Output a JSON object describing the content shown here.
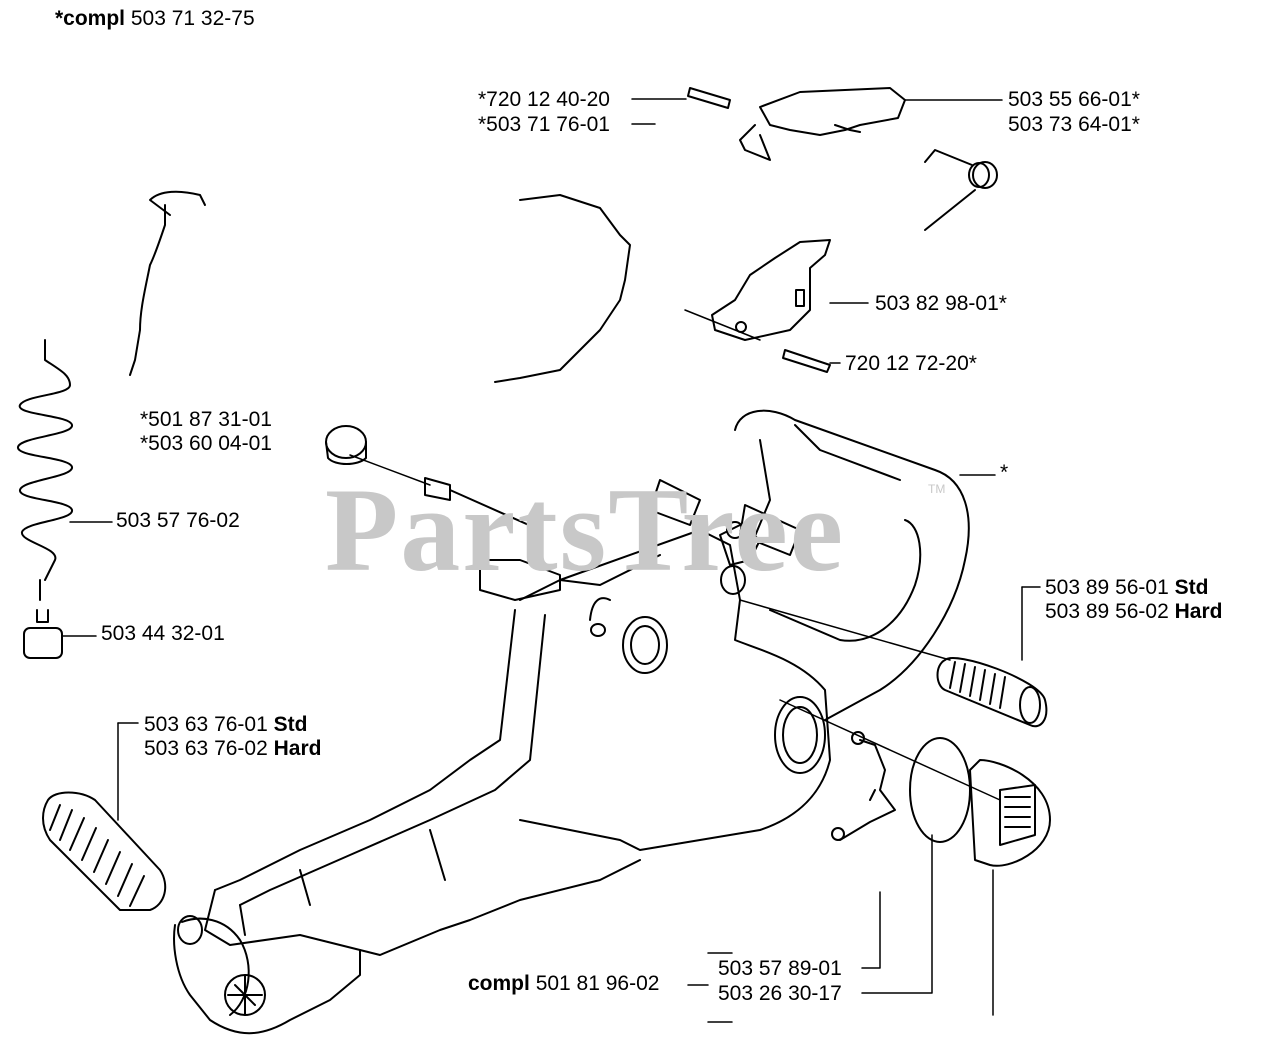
{
  "header": {
    "prefix": "*compl",
    "number": "503 71 32-75"
  },
  "watermark": {
    "text": "PartsTree",
    "tm": "TM"
  },
  "labels": {
    "p720124020": "*720 12 40-20",
    "p503717601": "*503 71 76-01",
    "p503556601": "503 55 66-01*",
    "p503736401": "503 73 64-01*",
    "p503829801": "503 82 98-01*",
    "p720127220": "720 12 72-20*",
    "p501873101": "*501 87 31-01",
    "p503600401": "*503 60 04-01",
    "star": "*",
    "p503577602": "503 57 76-02",
    "p503443201": "503 44 32-01",
    "p50389560x_1": "503 89 56-01",
    "p50389560x_1_suffix": "Std",
    "p50389560x_2": "503 89 56-02",
    "p50389560x_2_suffix": "Hard",
    "p50363760x_1": "503 63 76-01",
    "p50363760x_1_suffix": "Std",
    "p50363760x_2": "503 63 76-02",
    "p50363760x_2_suffix": "Hard",
    "compl_prefix": "compl",
    "compl_number": "501 81 96-02",
    "p503578901": "503 57 89-01",
    "p503263017": "503 26 30-17"
  },
  "colors": {
    "line": "#000000",
    "watermark": "#c8c8c8",
    "background": "#ffffff"
  }
}
